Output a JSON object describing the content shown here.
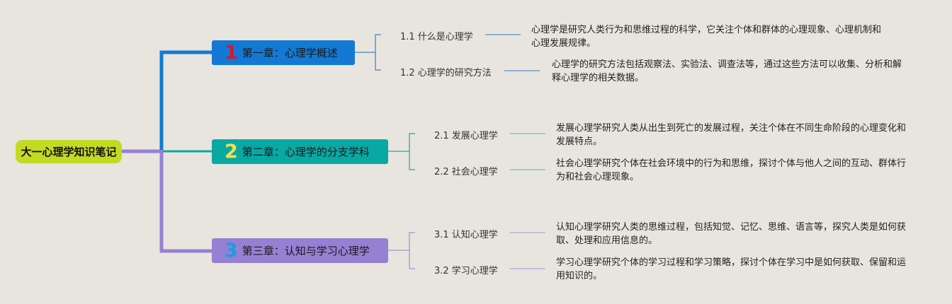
{
  "root": {
    "title": "大一心理学知识笔记"
  },
  "colors": {
    "background": "#e8e5de",
    "root": "#c3da22",
    "chapter1": "#1479d4",
    "chapter2": "#0aa8a3",
    "chapter3": "#9580d4"
  },
  "chapters": [
    {
      "number": "1",
      "title": "第一章：心理学概述",
      "number_color": "#d8162f",
      "sections": [
        {
          "label": "1.1 什么是心理学",
          "desc": "心理学是研究人类行为和思维过程的科学，它关注个体和群体的心理现象、心理机制和心理发展规律。"
        },
        {
          "label": "1.2 心理学的研究方法",
          "desc": "心理学的研究方法包括观察法、实验法、调查法等，通过这些方法可以收集、分析和解释心理学的相关数据。"
        }
      ]
    },
    {
      "number": "2",
      "title": "第二章：心理学的分支学科",
      "number_color": "#f3e04a",
      "sections": [
        {
          "label": "2.1 发展心理学",
          "desc": "发展心理学研究人类从出生到死亡的发展过程，关注个体在不同生命阶段的心理变化和发展特点。"
        },
        {
          "label": "2.2 社会心理学",
          "desc": "社会心理学研究个体在社会环境中的行为和思维，探讨个体与他人之间的互动、群体行为和社会心理现象。"
        }
      ]
    },
    {
      "number": "3",
      "title": "第三章：认知与学习心理学",
      "number_color": "#1e9be0",
      "sections": [
        {
          "label": "3.1 认知心理学",
          "desc": "认知心理学研究人类的思维过程，包括知觉、记忆、思维、语言等，探究人类是如何获取、处理和应用信息的。"
        },
        {
          "label": "3.2 学习心理学",
          "desc": "学习心理学研究个体的学习过程和学习策略，探讨个体在学习中是如何获取、保留和运用知识的。"
        }
      ]
    }
  ]
}
